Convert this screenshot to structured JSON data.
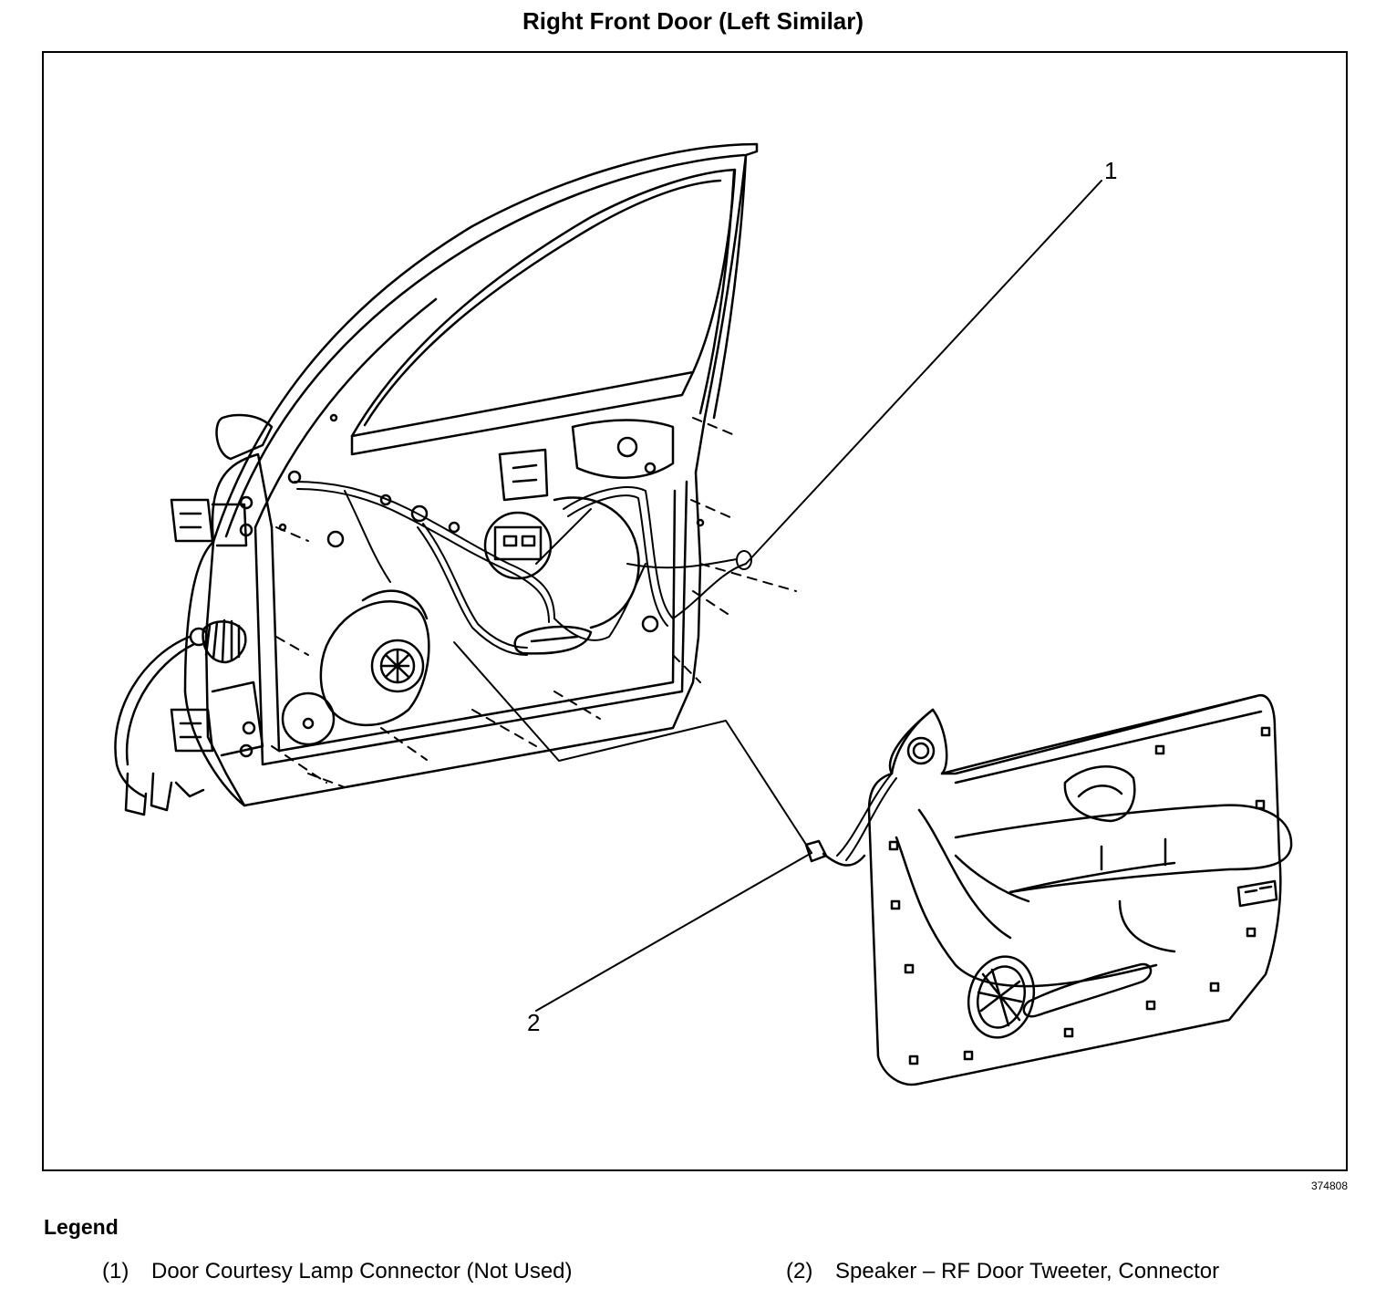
{
  "title": "Right Front Door (Left Similar)",
  "figure_id": "374808",
  "callouts": [
    "1",
    "2"
  ],
  "legend": {
    "title": "Legend",
    "items": [
      {
        "num": "(1)",
        "text": "Door Courtesy Lamp Connector (Not Used)"
      },
      {
        "num": "(2)",
        "text": "Speaker – RF Door Tweeter, Connector"
      }
    ]
  }
}
